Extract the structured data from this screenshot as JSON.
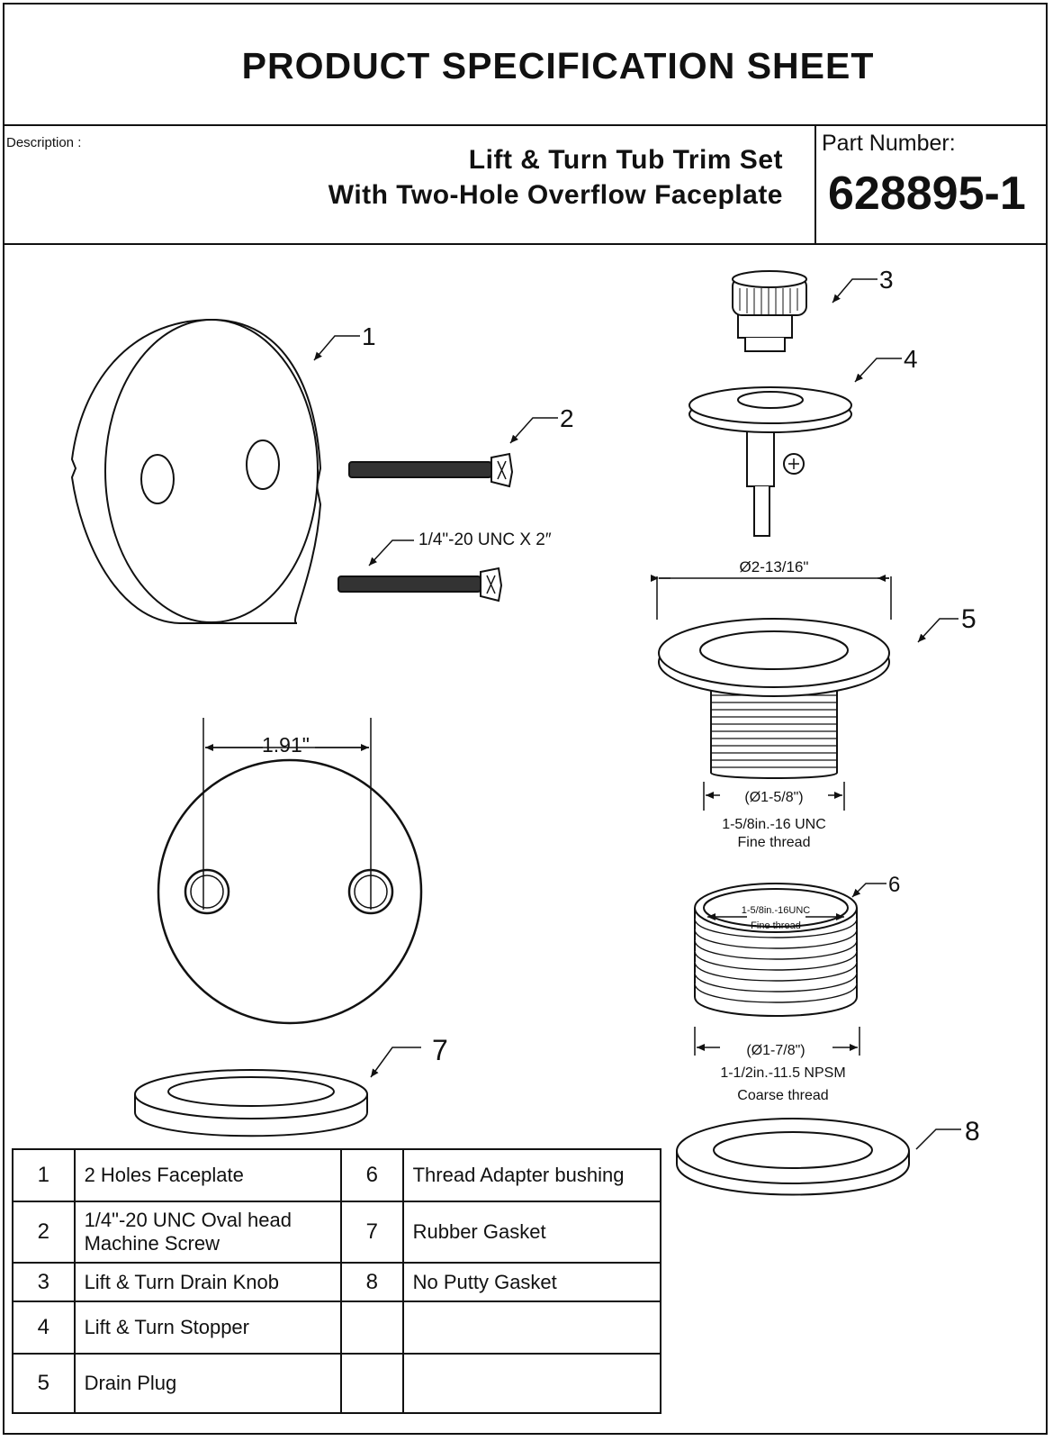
{
  "header": {
    "title": "PRODUCT SPECIFICATION SHEET",
    "description_label": "Description :",
    "description_line1": "Lift & Turn Tub Trim Set",
    "description_line2": "With Two-Hole Overflow Faceplate",
    "part_number_label": "Part  Number:",
    "part_number": "628895-1"
  },
  "callouts": {
    "c1": "1",
    "c2": "2",
    "c3": "3",
    "c4": "4",
    "c5": "5",
    "c6": "6",
    "c7": "7",
    "c8": "8"
  },
  "dimensions": {
    "screw_spec": "1/4\"-20 UNC X 2″",
    "hole_spacing": "1.91\"",
    "flange_diameter": "Ø2-13/16\"",
    "body_diameter": "(Ø1-5/8\")",
    "body_thread_1": "1-5/8in.-16 UNC",
    "body_thread_2": "Fine thread",
    "bushing_inner_1": "1-5/8in.-16UNC",
    "bushing_inner_2": "Fine  thread",
    "bushing_diameter": "(Ø1-7/8\")",
    "bushing_thread_1": "1-1/2in.-11.5 NPSM",
    "bushing_thread_2": "Coarse thread"
  },
  "parts_table": {
    "rows": [
      {
        "n1": "1",
        "name1": "2  Holes  Faceplate",
        "n2": "6",
        "name2": "Thread Adapter bushing"
      },
      {
        "n1": "2",
        "name1": "1/4\"-20 UNC Oval  head Machine Screw",
        "n2": "7",
        "name2": "Rubber Gasket"
      },
      {
        "n1": "3",
        "name1": "Lift & Turn Drain Knob",
        "n2": "8",
        "name2": "No Putty Gasket"
      },
      {
        "n1": "4",
        "name1": "Lift & Turn Stopper",
        "n2": "",
        "name2": ""
      },
      {
        "n1": "5",
        "name1": "Drain Plug",
        "n2": "",
        "name2": ""
      }
    ]
  }
}
